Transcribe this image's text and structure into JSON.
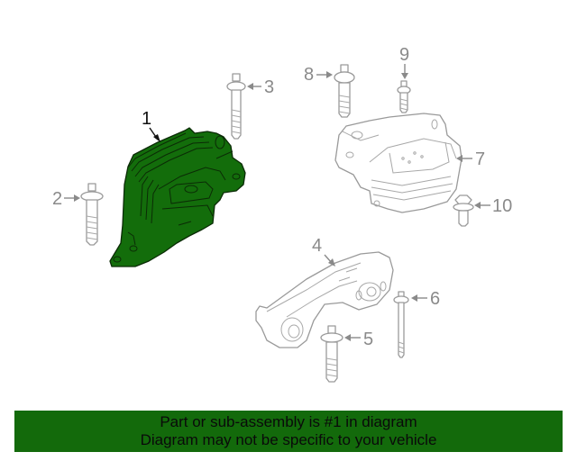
{
  "diagram": {
    "title": "Engine mount assembly exploded diagram",
    "highlight_color": "#136d0b",
    "callouts": [
      {
        "number": "1",
        "part": "transmission-mount-highlighted"
      },
      {
        "number": "2",
        "part": "bolt"
      },
      {
        "number": "3",
        "part": "bolt"
      },
      {
        "number": "4",
        "part": "torque-strut"
      },
      {
        "number": "5",
        "part": "bolt"
      },
      {
        "number": "6",
        "part": "bolt"
      },
      {
        "number": "7",
        "part": "engine-mount"
      },
      {
        "number": "8",
        "part": "bolt"
      },
      {
        "number": "9",
        "part": "stud-bolt"
      },
      {
        "number": "10",
        "part": "bolt"
      }
    ]
  },
  "banner": {
    "background": "#136a0b",
    "line1": "Part or sub-assembly is #1 in diagram",
    "line2": "Diagram may not be specific to your vehicle"
  }
}
